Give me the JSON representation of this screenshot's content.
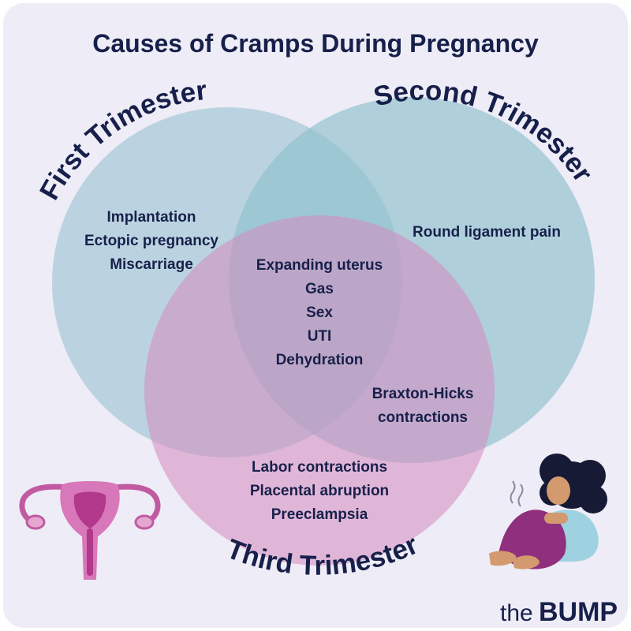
{
  "title": "Causes of Cramps During Pregnancy",
  "colors": {
    "background": "#eeecf6",
    "first_trimester": "#a9cbd8",
    "second_trimester": "#8ec0cd",
    "third_trimester": "#d58bc0",
    "text": "#17204a"
  },
  "circles": [
    {
      "label": "First Trimester",
      "items": [
        "Implantation",
        "Ectopic pregnancy",
        "Miscarriage"
      ]
    },
    {
      "label": "Second Trimester",
      "items": [
        "Round ligament pain"
      ]
    },
    {
      "label": "Third Trimester",
      "items": [
        "Labor contractions",
        "Placental abruption",
        "Preeclampsia"
      ]
    }
  ],
  "overlaps": {
    "all_three": [
      "Expanding uterus",
      "Gas",
      "Sex",
      "UTI",
      "Dehydration"
    ],
    "second_and_third": [
      "Braxton-Hicks",
      "contractions"
    ]
  },
  "illustrations": {
    "left": "uterus-icon",
    "right": "sitting-woman-illustration"
  },
  "brand": {
    "prefix": "the",
    "name": "BUMP"
  }
}
